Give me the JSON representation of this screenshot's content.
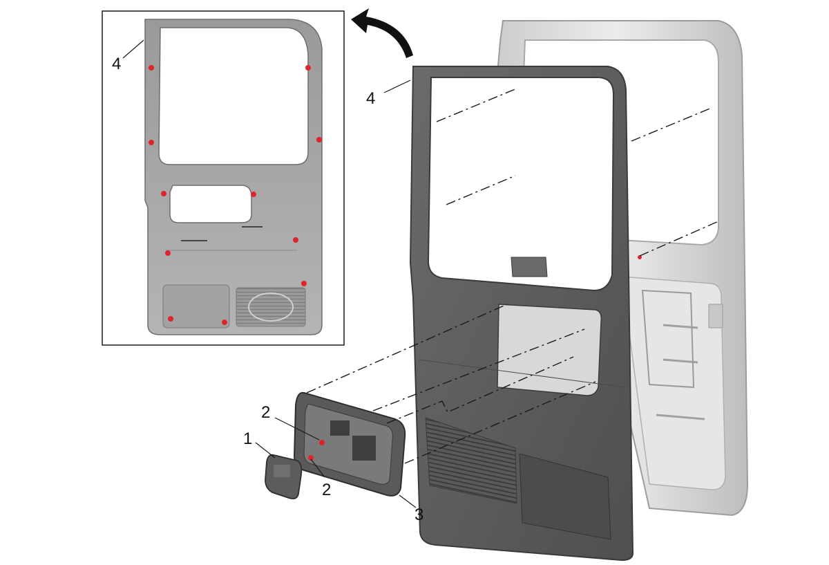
{
  "diagram": {
    "callouts": {
      "c1": "1",
      "c2a": "2",
      "c2b": "2",
      "c3": "3",
      "c4_main": "4",
      "c4_inset": "4"
    }
  },
  "colors": {
    "trim_dark": "#5e5e5e",
    "trim_mid": "#747474",
    "trim_light": "#8c8c8c",
    "door_frame": "#d6d6d6",
    "inset_panel": "#a9a9a9",
    "fastener_red": "#e0242b",
    "line": "#1a1a1a"
  }
}
